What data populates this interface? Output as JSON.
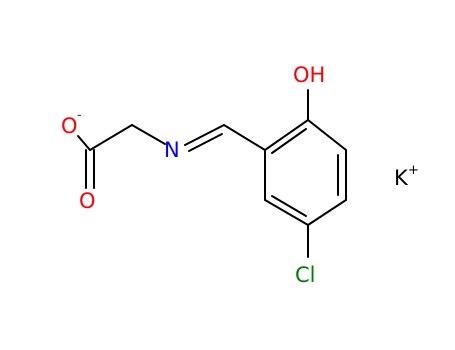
{
  "molecule": {
    "atoms": {
      "carboxylate_o_minus": {
        "symbol": "O",
        "charge": "-",
        "color": "#ff0000"
      },
      "carbonyl_o": {
        "symbol": "O",
        "color": "#ff0000"
      },
      "imine_n": {
        "symbol": "N",
        "color": "#0000ff"
      },
      "hydroxyl": {
        "symbol": "OH",
        "color": "#ff0000"
      },
      "chlorine": {
        "symbol": "Cl",
        "color": "#008000"
      },
      "potassium": {
        "symbol": "K",
        "charge": "+",
        "color": "#000000"
      }
    },
    "bond_color": "#000000"
  }
}
